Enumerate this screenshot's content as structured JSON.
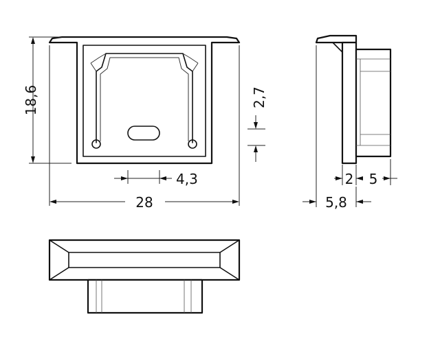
{
  "dimensions": {
    "height_total": "18,6",
    "width_total": "28",
    "slot_width": "4,3",
    "tab_height": "2,7",
    "side_cap": "2",
    "side_plug": "5",
    "side_total": "5,8"
  }
}
